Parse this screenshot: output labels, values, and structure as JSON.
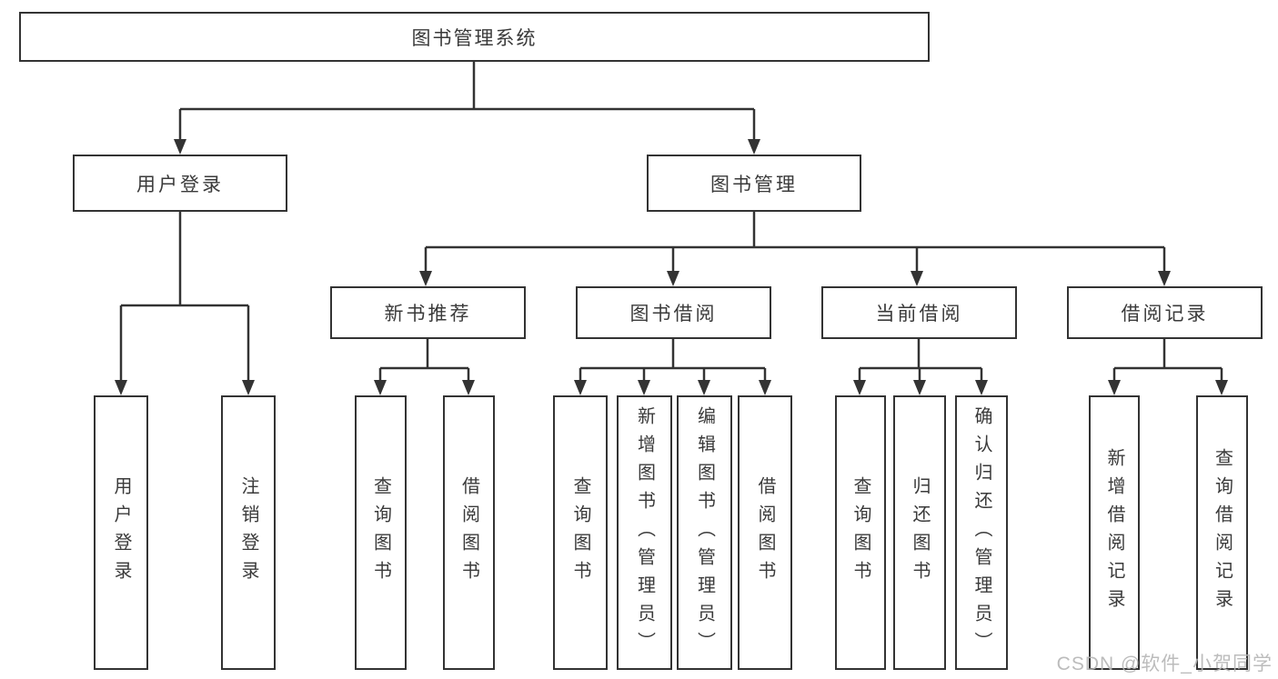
{
  "tree": {
    "root": {
      "label": "图书管理系统"
    },
    "level2": [
      {
        "label": "用户登录",
        "children": [
          {
            "label": "用户登录"
          },
          {
            "label": "注销登录"
          }
        ]
      },
      {
        "label": "图书管理",
        "children": [
          {
            "label": "新书推荐",
            "children": [
              {
                "label": "查询图书"
              },
              {
                "label": "借阅图书"
              }
            ]
          },
          {
            "label": "图书借阅",
            "children": [
              {
                "label": "查询图书"
              },
              {
                "label": "新增图书（管理员）"
              },
              {
                "label": "编辑图书（管理员）"
              },
              {
                "label": "借阅图书"
              }
            ]
          },
          {
            "label": "当前借阅",
            "children": [
              {
                "label": "查询图书"
              },
              {
                "label": "归还图书"
              },
              {
                "label": "确认归还（管理员）"
              }
            ]
          },
          {
            "label": "借阅记录",
            "children": [
              {
                "label": "新增借阅记录"
              },
              {
                "label": "查询借阅记录"
              }
            ]
          }
        ]
      }
    ]
  },
  "watermark": {
    "text": "CSDN @软件_小贺同学"
  },
  "colors": {
    "line": "#333333",
    "text": "#3a3a3a",
    "box_background": "#ffffff",
    "watermark": "#b5b5b5"
  }
}
